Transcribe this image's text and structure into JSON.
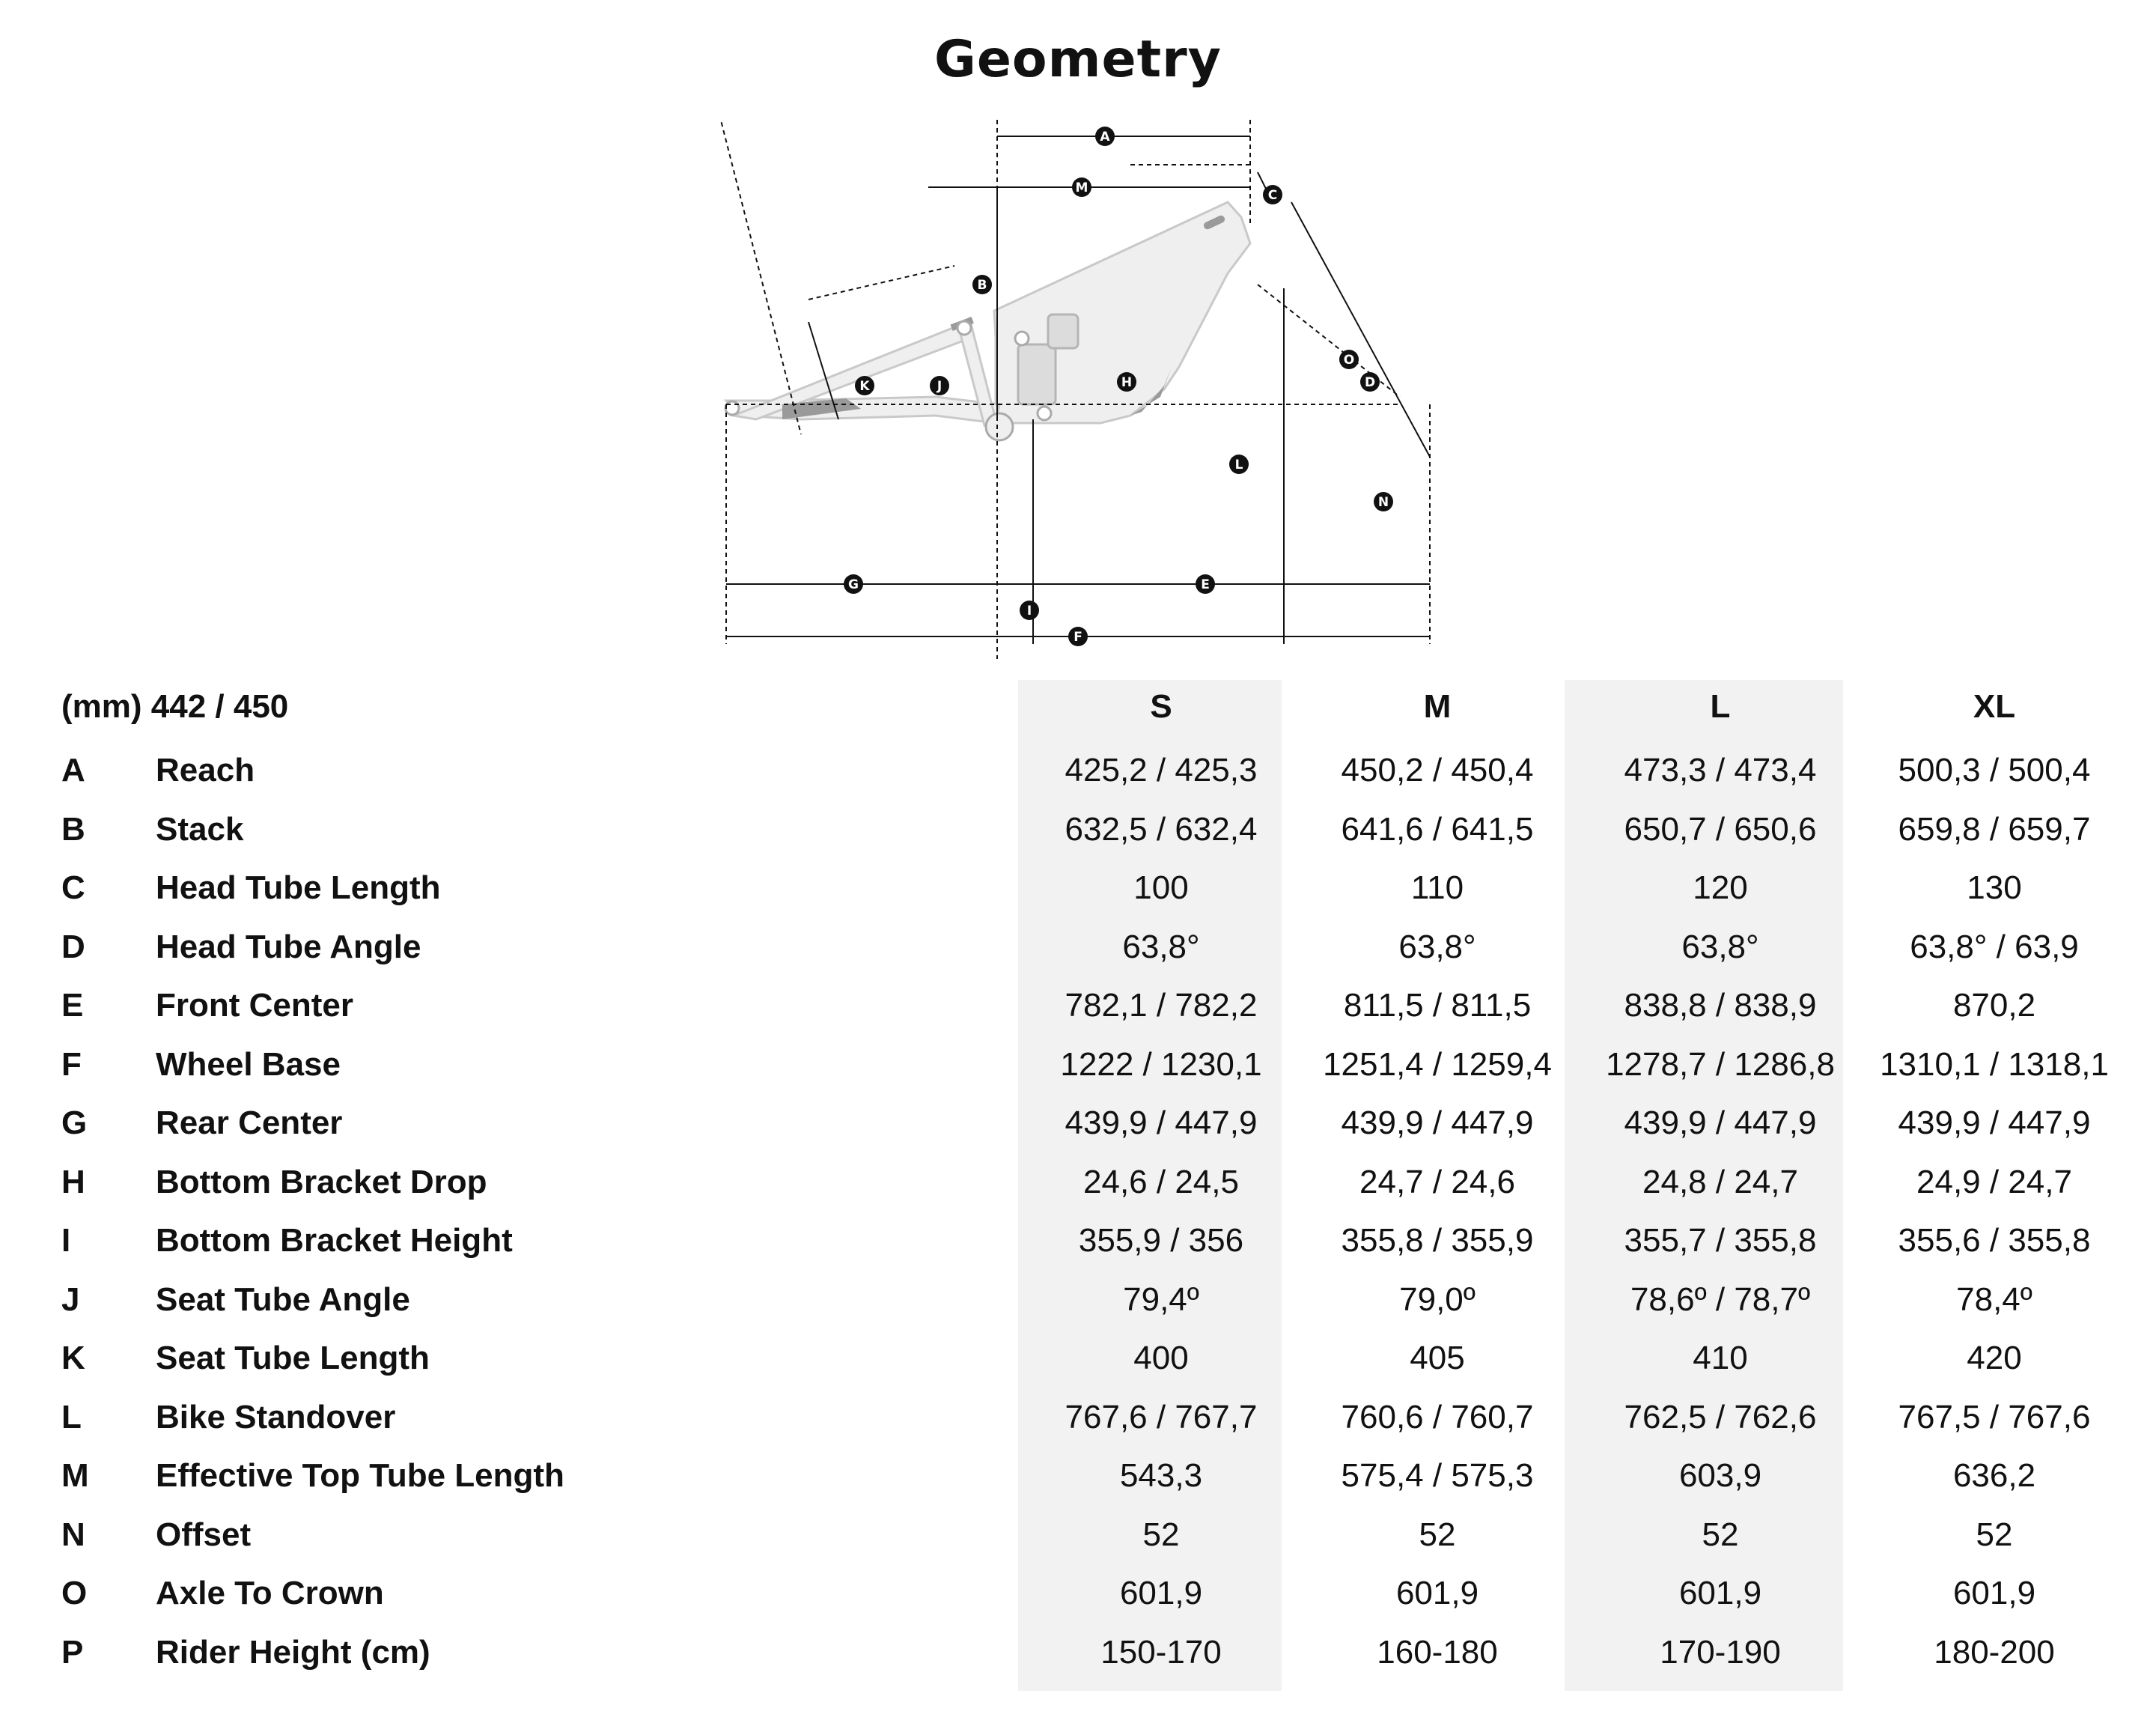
{
  "title": "Geometry",
  "diagram": {
    "markers": [
      "A",
      "B",
      "C",
      "D",
      "E",
      "F",
      "G",
      "H",
      "I",
      "J",
      "K",
      "L",
      "M",
      "N",
      "O"
    ],
    "colors": {
      "frame_fill": "#efefef",
      "frame_stroke": "#c9c9c9",
      "accent": "#9a9a9a",
      "line": "#111111"
    }
  },
  "table": {
    "unit_label": "(mm) 442 / 450",
    "sizes": [
      "S",
      "M",
      "L",
      "XL"
    ],
    "rows": [
      {
        "letter": "A",
        "label": "Reach",
        "values": [
          "425,2 / 425,3",
          "450,2 / 450,4",
          "473,3 / 473,4",
          "500,3 / 500,4"
        ]
      },
      {
        "letter": "B",
        "label": "Stack",
        "values": [
          "632,5 / 632,4",
          "641,6 / 641,5",
          "650,7 / 650,6",
          "659,8 / 659,7"
        ]
      },
      {
        "letter": "C",
        "label": "Head Tube Length",
        "values": [
          "100",
          "110",
          "120",
          "130"
        ]
      },
      {
        "letter": "D",
        "label": "Head Tube Angle",
        "values": [
          "63,8°",
          "63,8°",
          "63,8°",
          "63,8° / 63,9"
        ]
      },
      {
        "letter": "E",
        "label": "Front Center",
        "values": [
          "782,1 / 782,2",
          "811,5 / 811,5",
          "838,8 / 838,9",
          "870,2"
        ]
      },
      {
        "letter": "F",
        "label": "Wheel Base",
        "values": [
          "1222 / 1230,1",
          "1251,4 / 1259,4",
          "1278,7 / 1286,8",
          "1310,1 / 1318,1"
        ]
      },
      {
        "letter": "G",
        "label": "Rear Center",
        "values": [
          "439,9 / 447,9",
          "439,9 / 447,9",
          "439,9 / 447,9",
          "439,9 / 447,9"
        ]
      },
      {
        "letter": "H",
        "label": "Bottom Bracket Drop",
        "values": [
          "24,6 / 24,5",
          "24,7 / 24,6",
          "24,8 / 24,7",
          "24,9 / 24,7"
        ]
      },
      {
        "letter": "I",
        "label": "Bottom Bracket Height",
        "values": [
          "355,9 / 356",
          "355,8 / 355,9",
          "355,7 / 355,8",
          "355,6 / 355,8"
        ]
      },
      {
        "letter": "J",
        "label": "Seat Tube Angle",
        "values": [
          "79,4º",
          "79,0º",
          "78,6º / 78,7º",
          "78,4º"
        ]
      },
      {
        "letter": "K",
        "label": "Seat Tube Length",
        "values": [
          "400",
          "405",
          "410",
          "420"
        ]
      },
      {
        "letter": "L",
        "label": "Bike Standover",
        "values": [
          "767,6 / 767,7",
          "760,6 / 760,7",
          "762,5 / 762,6",
          "767,5 / 767,6"
        ]
      },
      {
        "letter": "M",
        "label": "Effective Top Tube Length",
        "values": [
          "543,3",
          "575,4 / 575,3",
          "603,9",
          "636,2"
        ]
      },
      {
        "letter": "N",
        "label": "Offset",
        "values": [
          "52",
          "52",
          "52",
          "52"
        ]
      },
      {
        "letter": "O",
        "label": "Axle To Crown",
        "values": [
          "601,9",
          "601,9",
          "601,9",
          "601,9"
        ]
      },
      {
        "letter": "P",
        "label": "Rider Height (cm)",
        "values": [
          "150-170",
          "160-180",
          "170-190",
          "180-200"
        ]
      }
    ]
  }
}
